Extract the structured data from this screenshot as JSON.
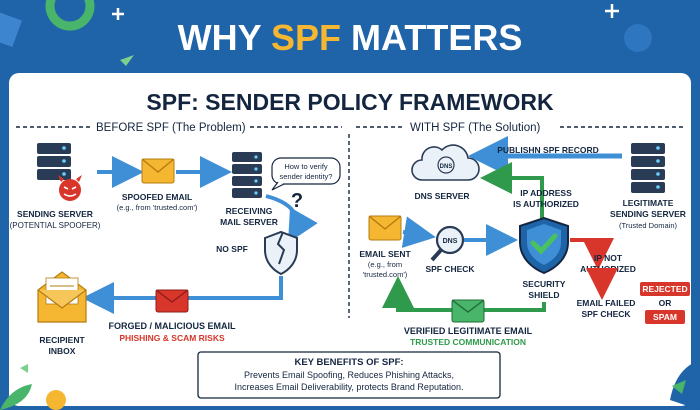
{
  "banner": {
    "title_part1": "WHY ",
    "title_accent": "SPF",
    "title_part2": " MATTERS"
  },
  "card_title": "SPF: SENDER POLICY FRAMEWORK",
  "before": {
    "heading": "BEFORE SPF (The Problem)",
    "sending_server": {
      "line1": "SENDING SERVER",
      "line2": "(POTENTIAL SPOOFER)"
    },
    "spoofed_email": {
      "line1": "SPOOFED EMAIL",
      "line2": "(e.g., from 'trusted.com')"
    },
    "receiving_server": {
      "line1": "RECEIVING",
      "line2": "MAIL SERVER"
    },
    "bubble": {
      "line1": "How to verify",
      "line2": "sender identity?"
    },
    "question_mark": "?",
    "no_spf": "NO SPF",
    "forged": {
      "line1": "FORGED / MALICIOUS EMAIL",
      "line2": "PHISHING & SCAM RISKS"
    },
    "recipient": {
      "line1": "RECIPIENT",
      "line2": "INBOX"
    }
  },
  "after": {
    "heading": "WITH SPF (The Solution)",
    "publish": "PUBLISHN SPF RECORD",
    "dns_cloud": "DNS",
    "dns_server": "DNS SERVER",
    "ip_authorized": {
      "line1": "IP ADDRESS",
      "line2": "IS AUTHORIZED"
    },
    "legit_server": {
      "line1": "LEGITIMATE",
      "line2": "SENDING SERVER",
      "line3": "(Trusted Domain)"
    },
    "email_sent": {
      "line1": "EMAIL SENT",
      "line2": "(e.g., from",
      "line3": "'trusted.com')"
    },
    "dns_lens": "DNS",
    "spf_check": "SPF CHECK",
    "shield": {
      "line1": "SECURITY",
      "line2": "SHIELD"
    },
    "ip_not": {
      "line1": "IP NOT",
      "line2": "AUTHORIZED"
    },
    "failed": {
      "line1": "EMAIL FAILED",
      "line2": "SPF CHECK"
    },
    "rejected": "REJECTED",
    "or": "OR",
    "spam": "SPAM",
    "verified": {
      "line1": "VERIFIED LEGITIMATE EMAIL",
      "line2": "TRUSTED COMMUNICATION"
    }
  },
  "benefits": {
    "title": "KEY BENEFITS OF SPF:",
    "line1": "Prevents Email Spoofing, Reduces Phishing Attacks,",
    "line2": "Increases Email Deliverability, protects Brand Reputation."
  },
  "colors": {
    "banner": "#1f63a8",
    "accent": "#f5b731",
    "navy": "#14263f",
    "red": "#d8362b",
    "green": "#2f9a4b",
    "arrow_blue": "#3f8fd6"
  }
}
